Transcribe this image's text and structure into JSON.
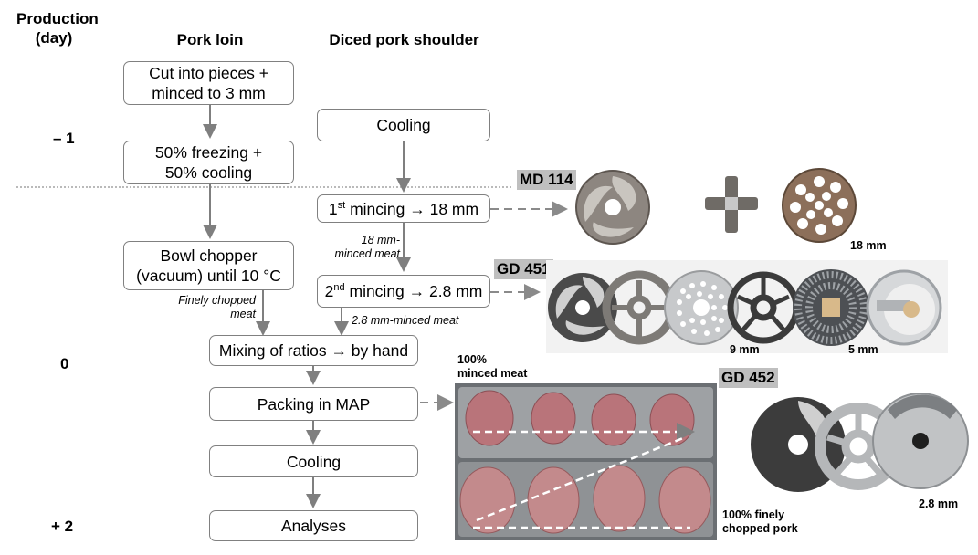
{
  "headers": {
    "production": "Production",
    "day_unit": "(day)",
    "pork_loin": "Pork loin",
    "diced_shoulder": "Diced pork shoulder"
  },
  "days": {
    "minus1": "– 1",
    "zero": "0",
    "plus2": "+ 2"
  },
  "boxes": {
    "cut_line1": "Cut into pieces +",
    "cut_line2": "minced to 3 mm",
    "freeze_line1": "50% freezing +",
    "freeze_line2": "50% cooling",
    "cooling_shoulder": "Cooling",
    "mince1_ord": "1",
    "mince1_sup": "st",
    "mince1_rest": " mincing → 18 mm",
    "bowl_line1": "Bowl chopper",
    "bowl_line2": "(vacuum) until 10 °C",
    "mince2_ord": "2",
    "mince2_sup": "nd",
    "mince2_rest": " mincing → 2.8 mm",
    "mixing": "Mixing of ratios → by hand",
    "packing": "Packing in MAP",
    "cooling": "Cooling",
    "analyses": "Analyses"
  },
  "notes": {
    "minced18_line1": "18 mm-",
    "minced18_line2": "minced meat",
    "finely_line1": "Finely chopped",
    "finely_line2": "meat",
    "minced28": "2.8 mm-minced meat"
  },
  "equipment": {
    "md114": "MD 114",
    "gd451": "GD 451",
    "gd452": "GD 452",
    "size_18": "18 mm",
    "size_9": "9 mm",
    "size_5": "5 mm",
    "size_28": "2.8 mm"
  },
  "photo_labels": {
    "minced_line1": "100%",
    "minced_line2": "minced meat",
    "finely_line1": "100% finely",
    "finely_line2": "chopped pork"
  },
  "colors": {
    "box_border": "#808080",
    "arrow": "#7f7f7f",
    "tag_bg": "#bfbfbf",
    "steel": "#b9bcbf",
    "meat": "#b9747a",
    "tray_bg": "#5e6266"
  }
}
